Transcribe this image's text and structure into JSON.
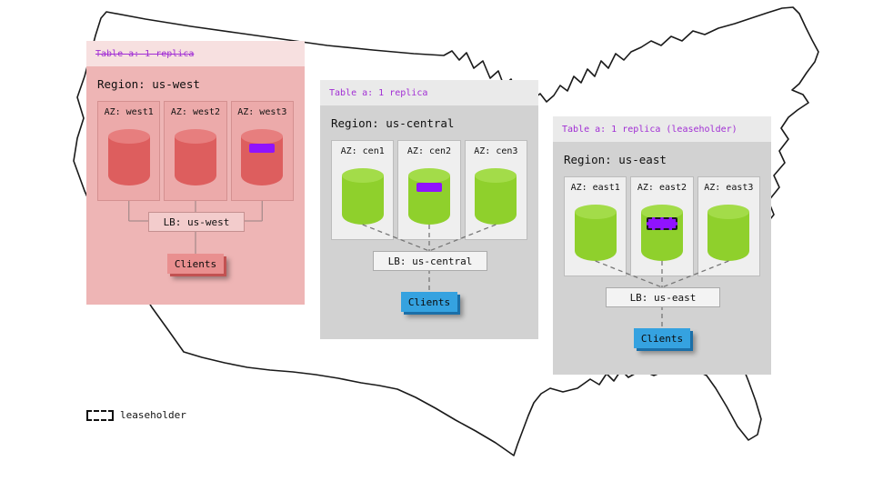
{
  "legend": {
    "label": "leaseholder"
  },
  "colors": {
    "replica_marker": "#9013fe",
    "map_outline": "#1a1a1a"
  },
  "regions": [
    {
      "table_label": "Table a: 1 replica",
      "strikethrough": true,
      "region_label": "Region: us-west",
      "azs": [
        {
          "label": "AZ: west1",
          "replica": false,
          "leaseholder": false
        },
        {
          "label": "AZ: west2",
          "replica": false,
          "leaseholder": false
        },
        {
          "label": "AZ: west3",
          "replica": true,
          "leaseholder": false
        }
      ],
      "lb_label": "LB: us-west",
      "clients_label": "Clients",
      "theme": {
        "table-color": "#a12fd4",
        "header-bg": "#f7e0e0",
        "body-bg": "#eeb5b5",
        "az-bg": "#ecaaaa",
        "az-border": "#d49090",
        "cyl": "#dd5e5e",
        "cyl-top": "#e77e7e",
        "lb-bg": "#f3cccc",
        "lb-border": "#c59090",
        "clients-bg": "#e98f8f",
        "clients-shadow": "#c25252",
        "line": "#a98c8c"
      }
    },
    {
      "table_label": "Table a: 1 replica",
      "strikethrough": false,
      "region_label": "Region: us-central",
      "azs": [
        {
          "label": "AZ: cen1",
          "replica": false,
          "leaseholder": false
        },
        {
          "label": "AZ: cen2",
          "replica": true,
          "leaseholder": false
        },
        {
          "label": "AZ: cen3",
          "replica": false,
          "leaseholder": false
        }
      ],
      "lb_label": "LB: us-central",
      "clients_label": "Clients",
      "theme": {
        "table-color": "#a12fd4",
        "header-bg": "#eaeaea",
        "body-bg": "#d2d2d2",
        "az-bg": "#efefef",
        "az-border": "#bcbcbc",
        "cyl": "#8fd02c",
        "cyl-top": "#a3dc49",
        "lb-bg": "#f3f3f3",
        "lb-border": "#ababab",
        "clients-bg": "#35a2e0",
        "clients-shadow": "#1b6fa8",
        "line": "#777777"
      }
    },
    {
      "table_label": "Table a: 1 replica (leaseholder)",
      "strikethrough": false,
      "region_label": "Region: us-east",
      "azs": [
        {
          "label": "AZ: east1",
          "replica": false,
          "leaseholder": false
        },
        {
          "label": "AZ: east2",
          "replica": true,
          "leaseholder": true
        },
        {
          "label": "AZ: east3",
          "replica": false,
          "leaseholder": false
        }
      ],
      "lb_label": "LB: us-east",
      "clients_label": "Clients",
      "theme": {
        "table-color": "#a12fd4",
        "header-bg": "#eaeaea",
        "body-bg": "#d2d2d2",
        "az-bg": "#efefef",
        "az-border": "#bcbcbc",
        "cyl": "#8fd02c",
        "cyl-top": "#a3dc49",
        "lb-bg": "#f3f3f3",
        "lb-border": "#ababab",
        "clients-bg": "#35a2e0",
        "clients-shadow": "#1b6fa8",
        "line": "#777777"
      }
    }
  ]
}
